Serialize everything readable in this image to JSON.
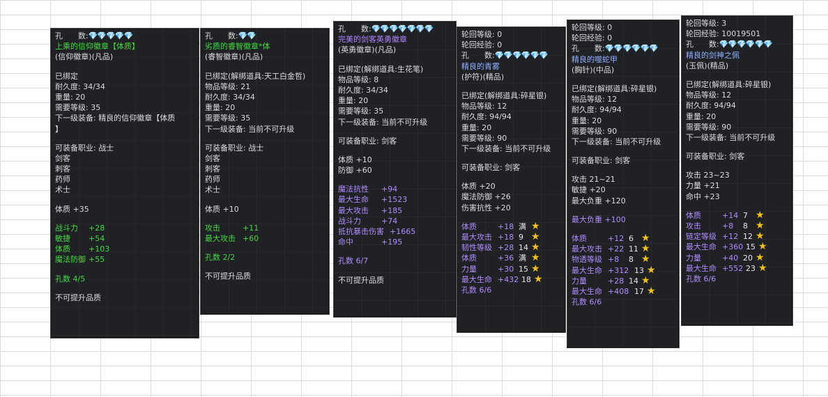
{
  "tooltips": [
    {
      "slots_label": "孔　　数:",
      "slots_gems": "💎💎💎💎💎",
      "name": "上乘的信仰徽章【体质】",
      "type": "(信仰徽章)(凡品)",
      "bound": "已绑定",
      "durability": "耐久度: 34/34",
      "weight": "重量: 20",
      "req_level": "需要等级: 35",
      "next_equip_1": "下一级装备: 精良的信仰徽章【体质",
      "next_equip_2": "】",
      "job_label": "可装备职业: 战士",
      "jobs": [
        "剑客",
        "刺客",
        "药师",
        "术士"
      ],
      "base_stat": "体质 +35",
      "bonus": [
        {
          "name": "战斗力",
          "value": "+28"
        },
        {
          "name": "敏捷",
          "value": "+54"
        },
        {
          "name": "体质",
          "value": "+103"
        },
        {
          "name": "魔法防御",
          "value": "+55"
        }
      ],
      "holes": "孔数 4/5",
      "quality_note": "不可提升品质"
    },
    {
      "slots_label": "孔　　数:",
      "slots_gems": "💎💎",
      "name": "劣质的睿智徽章*体",
      "type": "(睿智徽章)(凡品)",
      "bound": "已绑定(解绑道具:天工白金哲)",
      "item_level": "物品等级: 21",
      "durability": "耐久度: 34/34",
      "weight": "重量: 20",
      "req_level": "需要等级: 35",
      "next_equip": "下一级装备: 当前不可升级",
      "job_label": "可装备职业: 战士",
      "jobs": [
        "剑客",
        "刺客",
        "药师",
        "术士"
      ],
      "base_stat": "体质 +10",
      "bonus": [
        {
          "name": "攻击",
          "value": "+11"
        },
        {
          "name": "最大攻击",
          "value": "+60"
        }
      ],
      "holes": "孔数 2/2",
      "quality_note": "不可提升品质"
    },
    {
      "slots_label": "孔　　数:",
      "slots_gems": "💎💎💎💎💎💎💎",
      "name": "完美的剑客英勇徽章",
      "type": "(英勇徽章)(凡品)",
      "bound": "已绑定(解绑道具:生花笔)",
      "item_level": "物品等级: 8",
      "durability": "耐久度: 34/34",
      "weight": "重量: 20",
      "req_level": "需要等级: 35",
      "next_equip": "下一级装备: 当前不可升级",
      "job_label": "可装备职业: 剑客",
      "base_stats": [
        "体质 +10",
        "防御 +60"
      ],
      "bonus": [
        {
          "name": "魔法抗性",
          "value": "+94"
        },
        {
          "name": "最大生命",
          "value": "+1523"
        },
        {
          "name": "最大攻击",
          "value": "+185"
        },
        {
          "name": "战斗力",
          "value": "+74"
        },
        {
          "name": "抵抗暴击伤害",
          "value": "+1665"
        },
        {
          "name": "命中",
          "value": "+195"
        }
      ],
      "holes": "孔数 6/7",
      "quality_note": "不可提升品质"
    },
    {
      "rebirth_level": "轮回等级: 0",
      "rebirth_exp": "轮回经验: 0",
      "slots_label": "孔　　数:",
      "slots_gems": "💎💎💎💎💎💎",
      "name": "精良的青雾",
      "type": "(护符)(精品)",
      "bound": "已绑定(解绑道具:碎星银)",
      "item_level": "物品等级: 12",
      "durability": "耐久度: 94/94",
      "weight": "重量: 20",
      "req_level": "需要等级: 90",
      "next_equip": "下一级装备: 当前不可升级",
      "job_label": "可装备职业: 剑客",
      "base_stats": [
        "体质 +20",
        "魔法防御 +26",
        "伤害抗性 +20"
      ],
      "gems": [
        {
          "name": "体质",
          "value": "+18",
          "level": "满"
        },
        {
          "name": "最大攻击",
          "value": "+18",
          "level": "9"
        },
        {
          "name": "韧性等级",
          "value": "+28",
          "level": "14"
        },
        {
          "name": "体质",
          "value": "+36",
          "level": "满"
        },
        {
          "name": "力量",
          "value": "+30",
          "level": "15"
        },
        {
          "name": "最大生命",
          "value": "+432",
          "level": "18"
        }
      ],
      "holes": "孔数 6/6"
    },
    {
      "rebirth_level": "轮回等级: 0",
      "rebirth_exp": "轮回经验: 0",
      "slots_label": "孔　　数:",
      "slots_gems": "💎💎💎💎💎💎",
      "name": "精良的噬蛇甲",
      "type": "(胸针)(中品)",
      "bound": "已绑定(解绑道具:碎星银)",
      "item_level": "物品等级: 12",
      "durability": "耐久度: 94/94",
      "weight": "重量: 20",
      "req_level": "需要等级: 90",
      "next_equip": "下一级装备: 当前不可升级",
      "job_label": "可装备职业: 剑客",
      "base_stats": [
        "攻击 21~21",
        "敏捷 +20",
        "最大负重 +120"
      ],
      "extra_stat": "最大负重 +100",
      "gems": [
        {
          "name": "体质",
          "value": "+12",
          "level": "6"
        },
        {
          "name": "最大攻击",
          "value": "+22",
          "level": "11"
        },
        {
          "name": "物透等级",
          "value": "+8",
          "level": "8"
        },
        {
          "name": "最大生命",
          "value": "+312",
          "level": "13"
        },
        {
          "name": "力量",
          "value": "+28",
          "level": "14"
        },
        {
          "name": "最大生命",
          "value": "+408",
          "level": "17"
        }
      ],
      "holes": "孔数 6/6"
    },
    {
      "rebirth_level": "轮回等级: 3",
      "rebirth_exp": "轮回经验: 10019501",
      "slots_label": "孔　　数:",
      "slots_gems": "💎💎💎💎💎💎",
      "name": "精良的剑神之佩",
      "type": "(玉佩)(精品)",
      "bound": "已绑定(解绑道具:碎星银)",
      "item_level": "物品等级: 12",
      "durability": "耐久度: 94/94",
      "weight": "重量: 20",
      "req_level": "需要等级: 90",
      "next_equip": "下一级装备: 当前不可升级",
      "job_label": "可装备职业: 剑客",
      "base_stats": [
        "攻击 23~23",
        "力量 +21",
        "命中 +23"
      ],
      "gems": [
        {
          "name": "体质",
          "value": "+14",
          "level": "7"
        },
        {
          "name": "攻击",
          "value": "+8",
          "level": "8"
        },
        {
          "name": "链定等级",
          "value": "+12",
          "level": "12"
        },
        {
          "name": "最大生命",
          "value": "+360",
          "level": "15"
        },
        {
          "name": "力量",
          "value": "+40",
          "level": "20"
        },
        {
          "name": "最大生命",
          "value": "+552",
          "level": "23"
        }
      ],
      "holes": "孔数 6/6"
    }
  ]
}
